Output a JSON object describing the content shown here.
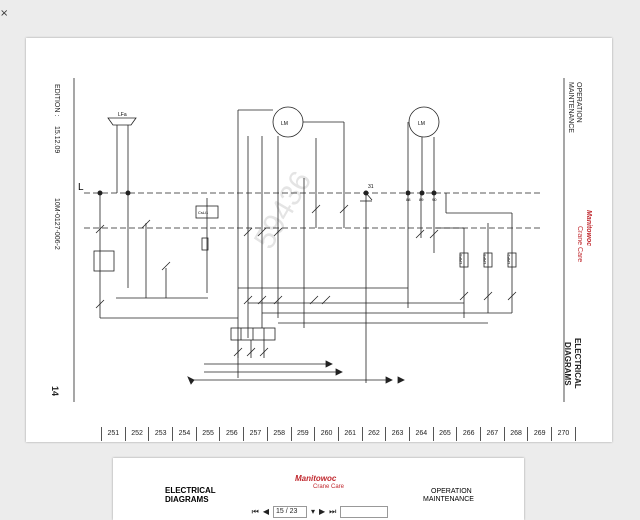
{
  "window": {
    "close_glyph": "×"
  },
  "page": {
    "edition_label": "EDITION :",
    "edition_date": "15.12.09",
    "doc_code": "10M-0127-006-2",
    "page_number": "14",
    "header_right_1": "OPERATION",
    "header_right_2": "MAINTENANCE",
    "brand": "Manitowoc",
    "brand_sub": "Crane Care",
    "section_title_1": "ELECTRICAL",
    "section_title_2": "DIAGRAMS",
    "watermark": "59436",
    "columns": [
      "251",
      "252",
      "253",
      "254",
      "255",
      "256",
      "257",
      "258",
      "259",
      "260",
      "261",
      "262",
      "263",
      "264",
      "265",
      "266",
      "267",
      "268",
      "269",
      "270"
    ]
  },
  "diagram": {
    "labels": {
      "bus_l": "L",
      "m1": "LM",
      "m2": "LM",
      "lamp": "LFa",
      "lrf4": "LRF4",
      "lrf3": "LRF3",
      "lrf2": "LRF2",
      "n31": "31",
      "n88": "88",
      "n89": "89",
      "n90": "90",
      "cs": "CsLi1"
    }
  },
  "next_page": {
    "title_1": "ELECTRICAL",
    "title_2": "DIAGRAMS",
    "brand": "Manitowoc",
    "brand_sub": "Crane Care",
    "right_1": "OPERATION",
    "right_2": "MAINTENANCE"
  },
  "toolbar": {
    "first": "⏮",
    "prev": "◀",
    "page_value": "15 / 23",
    "next": "▶",
    "last": "⏭",
    "dropdown": "▾",
    "zoom_value": ""
  },
  "colors": {
    "page_bg": "#ffffff",
    "chrome_bg": "#ececec",
    "brand_red": "#c0272d"
  }
}
